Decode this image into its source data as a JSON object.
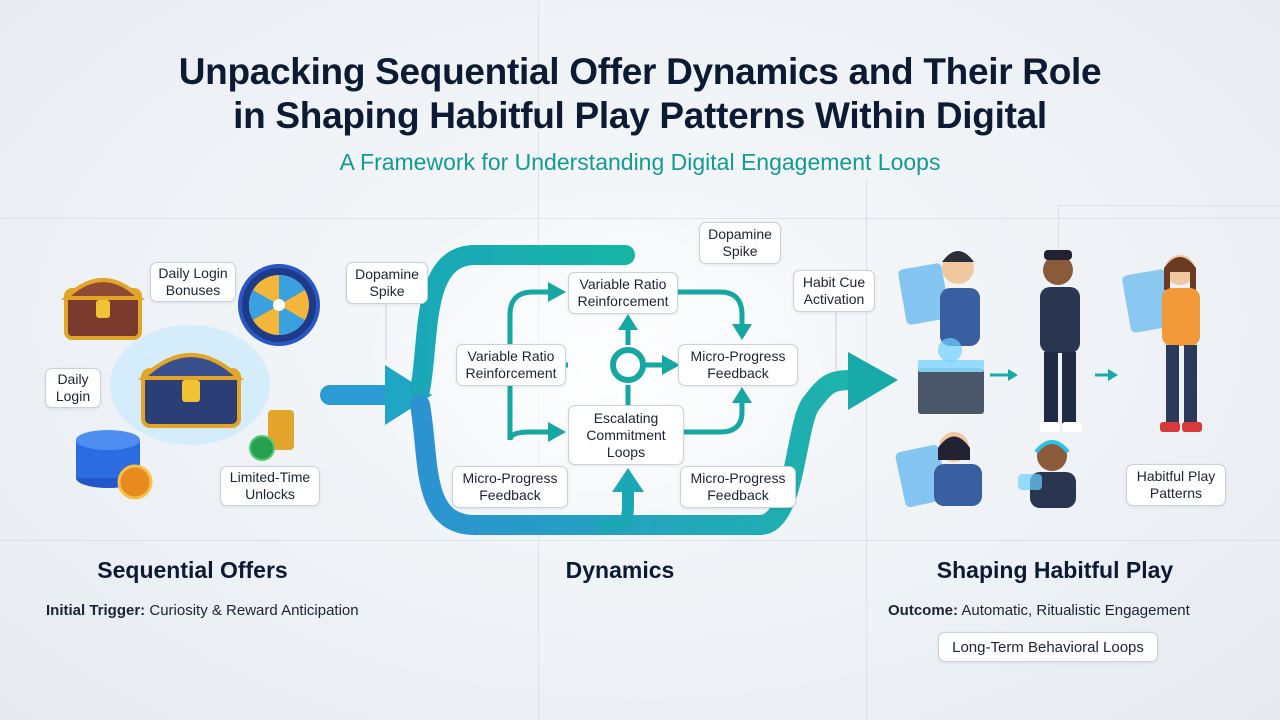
{
  "title_line1": "Unpacking Sequential Offer Dynamics and Their Role",
  "title_line2": "in Shaping Habitful Play Patterns Within Digital",
  "subtitle": "A Framework for Understanding Digital Engagement Loops",
  "left": {
    "labels": {
      "daily_login_bonuses": "Daily Login Bonuses",
      "daily_login": "Daily Login",
      "limited_time_unlocks": "Limited-Time Unlocks"
    },
    "section_title": "Sequential Offers",
    "caption_key": "Initial Trigger:",
    "caption_value": "Curiosity & Reward Anticipation"
  },
  "middle": {
    "labels": {
      "dopamine_spike_left": "Dopamine Spike",
      "dopamine_spike_top": "Dopamine Spike",
      "variable_ratio_top": "Variable Ratio Reinforcement",
      "variable_ratio_left": "Variable Ratio Reinforcement",
      "micro_progress_right": "Micro-Progress Feedback",
      "escalating": "Escalating Commitment Loops",
      "micro_progress_bottom_left": "Micro-Progress Feedback",
      "micro_progress_bottom_right": "Micro-Progress Feedback"
    },
    "section_title": "Dynamics"
  },
  "right": {
    "labels": {
      "habit_cue": "Habit Cue Activation",
      "habitful_patterns": "Habitful Play Patterns"
    },
    "section_title": "Shaping Habitful Play",
    "caption_key": "Outcome:",
    "caption_value": "Automatic, Ritualistic Engagement",
    "long_term": "Long-Term Behavioral Loops"
  },
  "colors": {
    "teal": "#15a9a4",
    "blue": "#2a8fd0",
    "title": "#0d1a33",
    "subtitle": "#149a8f"
  }
}
